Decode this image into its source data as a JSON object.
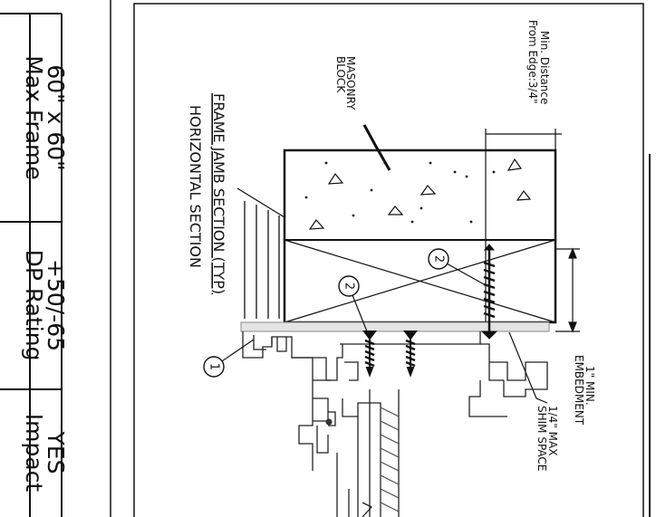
{
  "table": {
    "headers": [
      "Max Frame",
      "DP Rating",
      "Impact"
    ],
    "values": [
      "60\" x 60\"",
      "+50/-65",
      "YES"
    ]
  },
  "drawing": {
    "title": "FRAME JAMB SECTION (TYP)",
    "subtitle": "HORIZONTAL SECTION",
    "notes": {
      "masonry_line1": "MASONRY",
      "masonry_line2": "BLOCK",
      "min_distance_line1": "Min. Distance",
      "min_distance_line2": "From Edge:3/4\"",
      "embedment_line1": "1\" MIN.",
      "embedment_line2": "EMBEDMENT",
      "shim_line1": "1/4\" MAX",
      "shim_line2": "SHIM SPACE"
    },
    "callouts": {
      "frame": "1",
      "anchor_a": "2",
      "anchor_b": "2"
    }
  }
}
